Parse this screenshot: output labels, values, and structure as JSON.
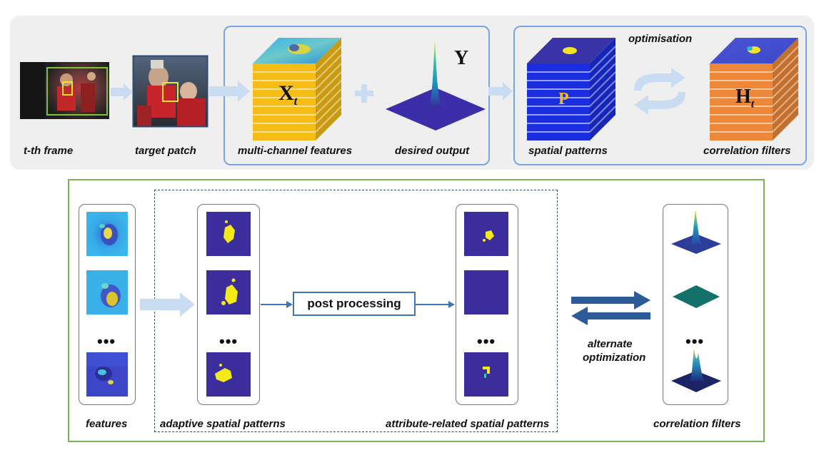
{
  "top": {
    "frame_label": "t-th frame",
    "patch_label": "target patch",
    "features_label": "multi-channel features",
    "output_label": "desired output",
    "optimisation_label": "optimisation",
    "spatial_label": "spatial patterns",
    "filters_label": "correlation filters",
    "symbol_x": "X",
    "symbol_x_sub": "t",
    "symbol_y": "Y",
    "symbol_p": "P",
    "symbol_h": "H",
    "symbol_h_sub": "t"
  },
  "bottom": {
    "features_label": "features",
    "adaptive_label": "adaptive spatial patterns",
    "post_processing_label": "post processing",
    "attribute_label": "attribute-related spatial patterns",
    "alternate_label_line1": "alternate",
    "alternate_label_line2": "optimization",
    "filters_label": "correlation filters",
    "ellipsis": "•••"
  },
  "colors": {
    "feature_yellow": "#f5bd16",
    "pattern_blue": "#1a2ee0",
    "filter_orange": "#ee8838",
    "map_navy": "#3b2e9c",
    "map_yellow": "#f4ea1a",
    "arrow_light": "#c9dcf2",
    "arrow_dark": "#2c5b97",
    "highlight_border": "#78a6e0",
    "green_border": "#7bb45a"
  }
}
